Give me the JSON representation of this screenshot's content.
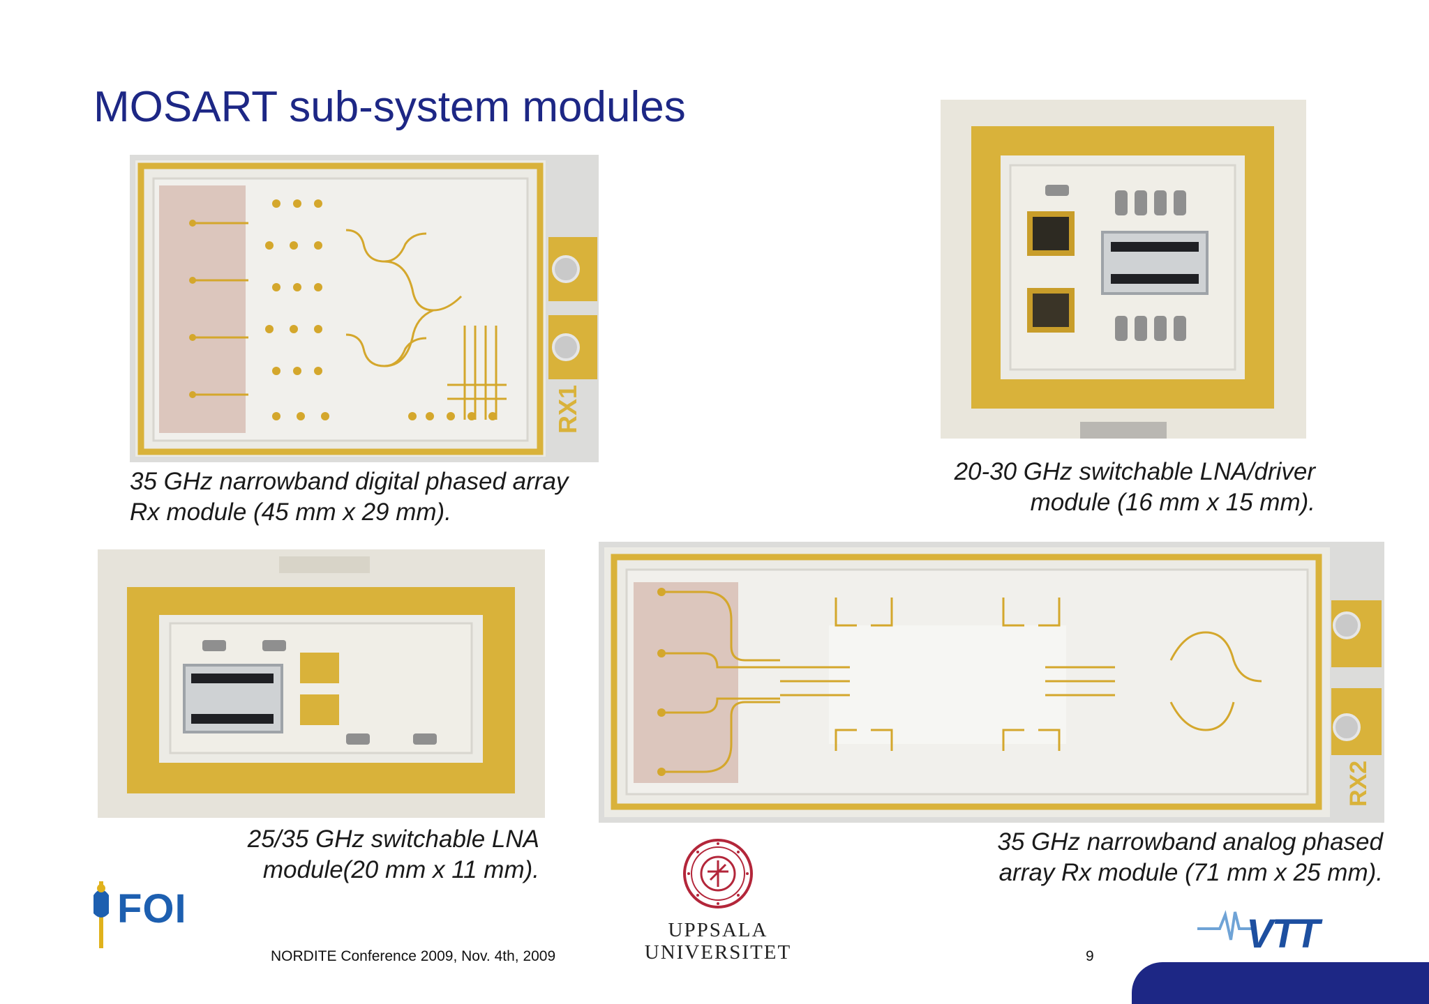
{
  "slide": {
    "title": "MOSART sub-system modules",
    "page_number": "9"
  },
  "modules": [
    {
      "caption_line1": "35 GHz narrowband digital phased array",
      "caption_line2": "Rx module (45 mm x 29 mm).",
      "board_label": "RX1"
    },
    {
      "caption_line1": "20-30 GHz switchable LNA/driver",
      "caption_line2": "module (16 mm x 15 mm)."
    },
    {
      "caption_line1": "25/35 GHz switchable LNA",
      "caption_line2": "module(20 mm x 11 mm)."
    },
    {
      "caption_line1": "35 GHz narrowband analog phased",
      "caption_line2": "array Rx module (71 mm x 25 mm).",
      "board_label": "RX2"
    }
  ],
  "footer": {
    "conference": "NORDITE Conference 2009, Nov. 4th, 2009",
    "foi_logo": "FOI",
    "uu_name_line1": "UPPSALA",
    "uu_name_line2": "UNIVERSITET",
    "vtt_logo": "VTT"
  },
  "colors": {
    "title": "#1d2785",
    "gold": "#d9b23a",
    "ceramic": "#ecebe6",
    "footer_bar": "#1d2785",
    "uu_seal": "#b3263a"
  }
}
